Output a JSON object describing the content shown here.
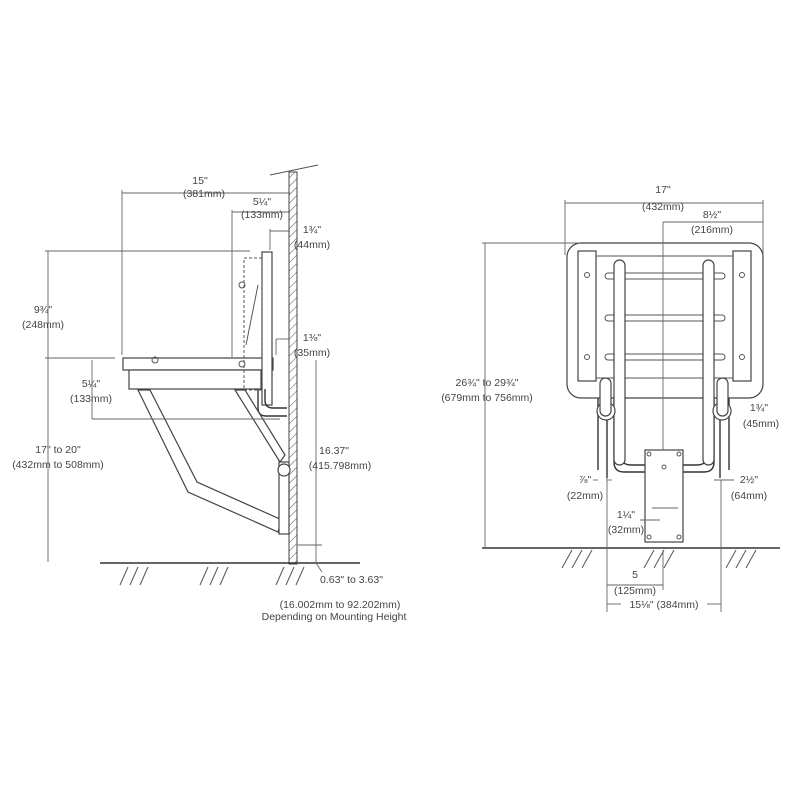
{
  "side_view": {
    "width_overall": {
      "in": "15\"",
      "mm": "(381mm)"
    },
    "seat_depth_from_wall": {
      "in": "5¼\"",
      "mm": "(133mm)"
    },
    "back_offset": {
      "in": "1¾\"",
      "mm": "(44mm)"
    },
    "back_height": {
      "in": "9¾\"",
      "mm": "(248mm)"
    },
    "seat_below": {
      "in": "5¼\"",
      "mm": "(133mm)"
    },
    "seat_height": {
      "in": "17\" to 20\"",
      "mm": "(432mm to 508mm)"
    },
    "bracket_offset": {
      "in": "1⅜\"",
      "mm": "(35mm)"
    },
    "bracket_height": {
      "in": "16.37\"",
      "mm": "(415.798mm)"
    },
    "floor_gap": {
      "in": "0.63\" to 3.63\"",
      "mm": "(16.002mm to 92.202mm)",
      "note": "Depending on Mounting Height"
    }
  },
  "front_view": {
    "width": {
      "in": "17\"",
      "mm": "(432mm)"
    },
    "half_width": {
      "in": "8½\"",
      "mm": "(216mm)"
    },
    "height": {
      "in": "26¾\" to 29¾\"",
      "mm": "(679mm to 756mm)"
    },
    "rail_dia": {
      "in": "1¾\"",
      "mm": "(45mm)"
    },
    "left_offset": {
      "in": "⅞\"",
      "mm": "(22mm)"
    },
    "right_offset": {
      "in": "2½\"",
      "mm": "(64mm)"
    },
    "plate_hole": {
      "in": "1¼\"",
      "mm": "(32mm)"
    },
    "center_to_leg": {
      "in": "5",
      "mm": "(125mm)"
    },
    "leg_span": {
      "text": "15⅛\" (384mm)"
    }
  }
}
